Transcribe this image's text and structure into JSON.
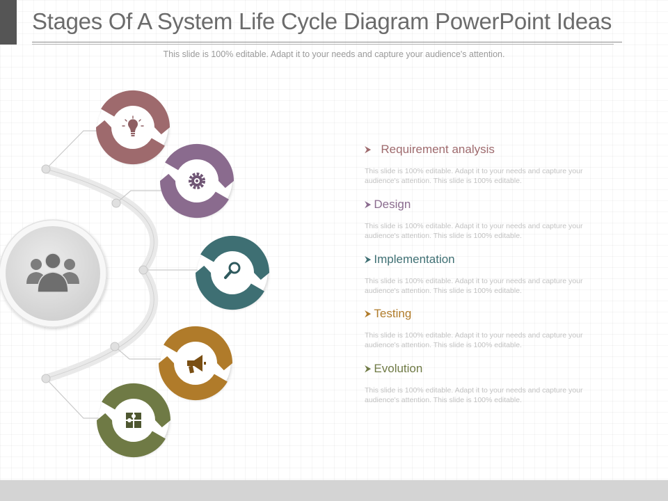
{
  "title": "Stages Of A System Life Cycle Diagram PowerPoint Ideas",
  "subtitle": "This slide is 100% editable. Adapt it to your needs and capture your audience's attention.",
  "colors": {
    "requirement": "#9e6a6d",
    "design": "#8a6b8e",
    "implementation": "#3e6f73",
    "testing": "#b07b2a",
    "evolution": "#6f7a45",
    "hub": "#d7d7d7"
  },
  "hub_icon": "team-icon",
  "stages": [
    {
      "key": "requirement",
      "title": "Requirement analysis",
      "icon": "lightbulb-icon",
      "description": "This slide is 100% editable. Adapt it to your needs and capture your audience's attention. This slide is 100% editable."
    },
    {
      "key": "design",
      "title": "Design",
      "icon": "gear-icon",
      "description": "This slide is 100% editable. Adapt it to your needs and capture your audience's attention. This slide is 100% editable."
    },
    {
      "key": "implementation",
      "title": "Implementation",
      "icon": "magnifier-icon",
      "description": "This slide is 100% editable. Adapt it to your needs and capture your audience's attention. This slide is 100% editable."
    },
    {
      "key": "testing",
      "title": "Testing",
      "icon": "megaphone-icon",
      "description": "This slide is 100% editable. Adapt it to your needs and capture your audience's attention. This slide is 100% editable."
    },
    {
      "key": "evolution",
      "title": "Evolution",
      "icon": "puzzle-icon",
      "description": "This slide is 100% editable. Adapt it to your needs and capture your audience's attention. This slide is 100% editable."
    }
  ]
}
